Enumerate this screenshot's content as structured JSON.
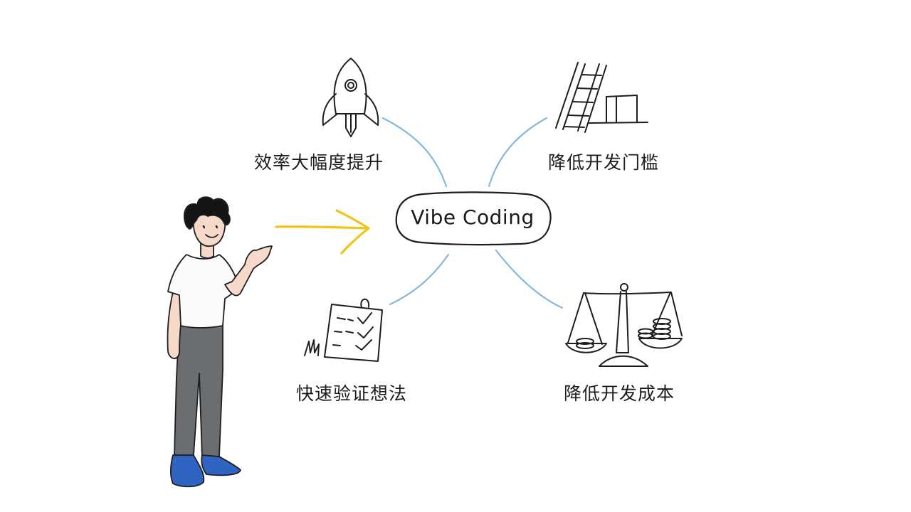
{
  "diagram": {
    "center": {
      "label": "Vibe Coding"
    },
    "benefits": [
      {
        "label": "效率大幅度提升",
        "icon": "rocket-icon"
      },
      {
        "label": "降低开发门槛",
        "icon": "ladder-icon"
      },
      {
        "label": "快速验证想法",
        "icon": "checklist-icon"
      },
      {
        "label": "降低开发成本",
        "icon": "balance-scale-icon"
      }
    ]
  },
  "colors": {
    "connector": "#84b9dc",
    "arrow": "#f0c419",
    "ink": "#1c1c1c",
    "shirt": "#fbfbfb",
    "pants": "#6b6e71",
    "shoes": "#2f64c2",
    "skin": "#f7d9c9",
    "hair": "#141414"
  }
}
